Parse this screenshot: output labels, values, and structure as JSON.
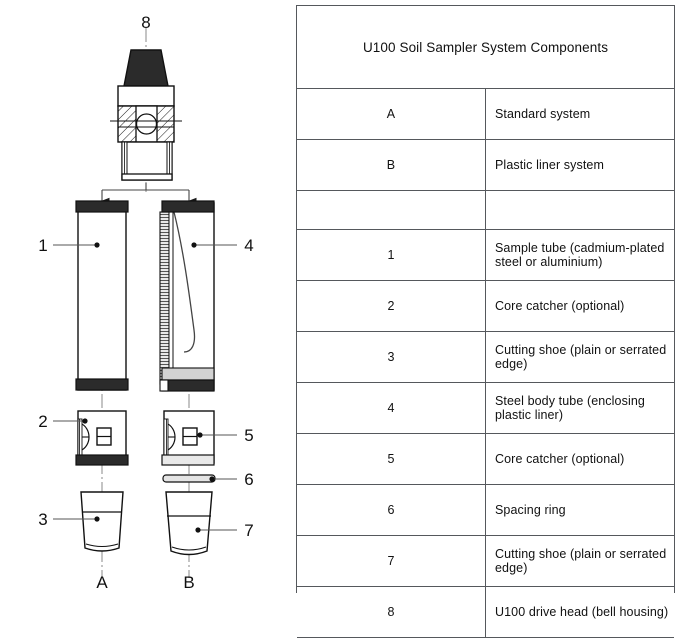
{
  "table": {
    "title": "U100 Soil Sampler System Components",
    "rows": [
      {
        "key": "A",
        "desc": "Standard system"
      },
      {
        "key": "B",
        "desc": "Plastic liner system"
      },
      {
        "key": "",
        "desc": ""
      },
      {
        "key": "1",
        "desc": "Sample tube (cadmium-plated steel or aluminium)"
      },
      {
        "key": "2",
        "desc": "Core catcher (optional)"
      },
      {
        "key": "3",
        "desc": "Cutting shoe (plain or serrated edge)"
      },
      {
        "key": "4",
        "desc": "Steel body tube (enclosing plastic liner)"
      },
      {
        "key": "5",
        "desc": "Core catcher (optional)"
      },
      {
        "key": "6",
        "desc": "Spacing ring"
      },
      {
        "key": "7",
        "desc": "Cutting shoe (plain or serrated edge)"
      },
      {
        "key": "8",
        "desc": "U100 drive head (bell housing)"
      }
    ]
  },
  "diagram": {
    "callouts": {
      "c8": "8",
      "c1": "1",
      "c4": "4",
      "c2": "2",
      "c5": "5",
      "c6": "6",
      "c3": "3",
      "c7": "7"
    },
    "column_labels": {
      "left": "A",
      "right": "B"
    },
    "colors": {
      "line": "#1a1a1a",
      "dark_fill": "#2b2b2b",
      "grey_fill": "#d2d2d2",
      "centerline": "#8a8a8a",
      "table_border": "#55585c"
    }
  }
}
